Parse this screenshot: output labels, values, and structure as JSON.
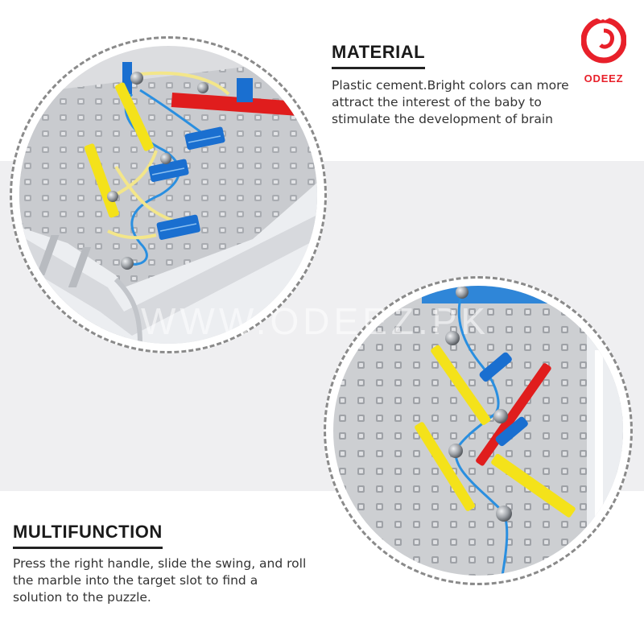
{
  "brand": {
    "name": "ODEEZ",
    "color": "#e8202a"
  },
  "watermark": "WWW.ODEEZ.PK",
  "material": {
    "heading": "MATERIAL",
    "description": "Plastic cement.Bright colors can more attract the interest of the baby to stimulate the development of brain"
  },
  "multifunction": {
    "heading": "MULTIFUNCTION",
    "description": "Press the right handle, slide the swing, and roll the marble into the target slot to find a solution to the puzzle."
  },
  "colors": {
    "board": "#c8cacd",
    "frame": "#f2f3f5",
    "piece_red": "#e01d1d",
    "piece_yellow": "#f4e21a",
    "piece_blue": "#1a6fd0",
    "track_blue": "#2a8fe0",
    "track_yellow": "#f3e68a",
    "marble": "#9a9ea3"
  }
}
